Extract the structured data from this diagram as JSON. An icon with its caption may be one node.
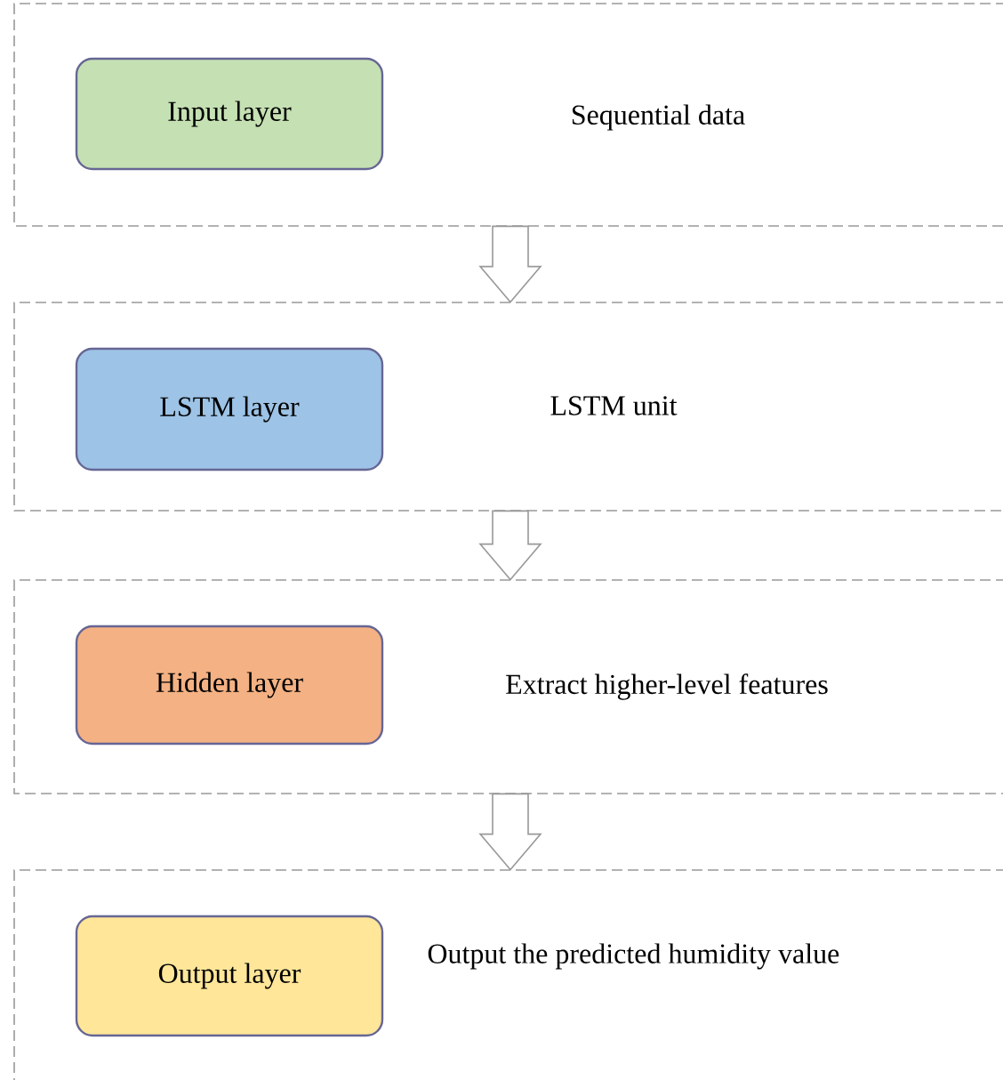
{
  "diagram": {
    "nodes": [
      {
        "text": [
          "Sequential data"
        ]
      },
      {
        "text": [
          "Input layer"
        ],
        "in": 0
      },
      {
        "text": [
          "LSTM unit"
        ]
      },
      {
        "text": [
          "LSTM layer"
        ],
        "in": 2
      },
      {
        "text": [
          "Extract higher-level features"
        ]
      },
      {
        "text": [
          "Hidden layer"
        ],
        "in": 4
      },
      {
        "text": [
          "Output the predicted humidity value"
        ]
      },
      {
        "text": [
          "Output layer"
        ],
        "in": 6
      }
    ],
    "edges": [
      {
        "from": 0,
        "to": 2,
        "arrow": "to"
      },
      {
        "from": 2,
        "to": 4,
        "arrow": "to"
      },
      {
        "from": 4,
        "to": 6,
        "arrow": "to"
      }
    ]
  }
}
